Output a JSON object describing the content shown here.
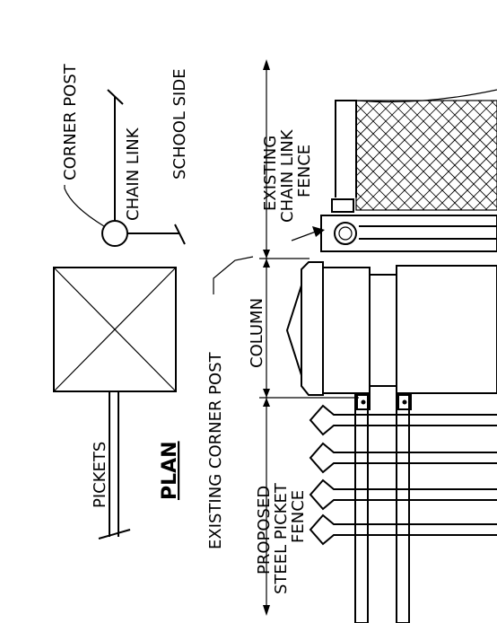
{
  "labels": {
    "corner_post": "CORNER POST",
    "chain_link": "CHAIN LINK",
    "school_side": "SCHOOL SIDE",
    "existing_chain_link_fence": [
      "EXISTING",
      "CHAIN LINK",
      "FENCE"
    ],
    "pickets": "PICKETS",
    "plan": "PLAN",
    "existing_corner_post": "EXISTING CORNER POST",
    "column": "COLUMN",
    "proposed_steel_picket_fence": [
      "PROPOSED",
      "STEEL PICKET",
      "FENCE"
    ]
  },
  "colors": {
    "line": "#000000",
    "background": "#ffffff"
  }
}
